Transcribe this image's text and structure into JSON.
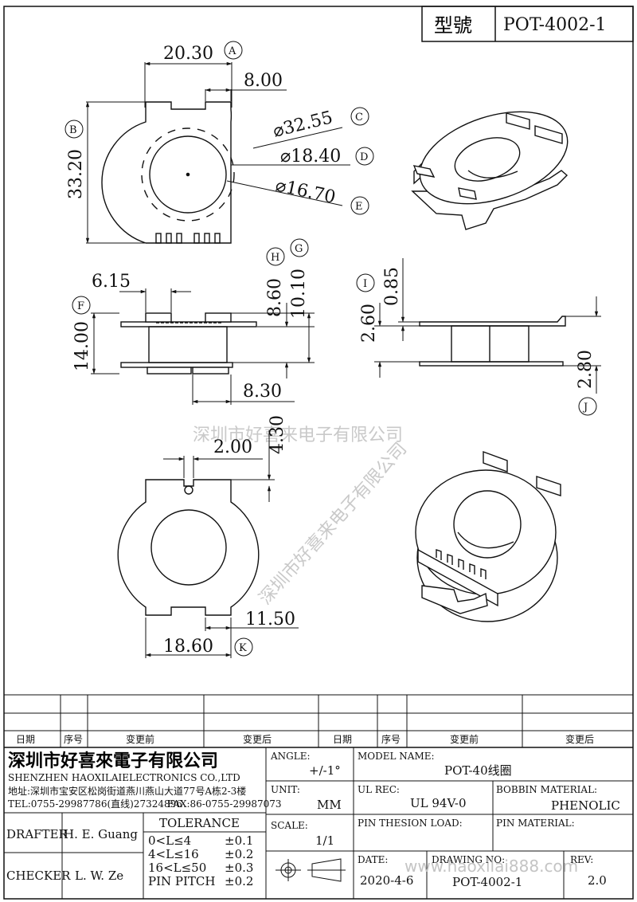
{
  "header": {
    "label": "型號",
    "part_no": "POT-4002-1"
  },
  "watermark": {
    "company": "深圳市好喜来电子有限公司",
    "url": "www.haoxilai888.com"
  },
  "dimensions": {
    "top_width": "20.30",
    "top_tab_width": "8.00",
    "top_height": "33.20",
    "outer_dia": "⌀32.55",
    "mid_dia": "⌀18.40",
    "inner_dia": "⌀16.70",
    "side_tab": "6.15",
    "side_height": "14.00",
    "side_h1": "8.60",
    "side_h2": "10.10",
    "side_base": "8.30",
    "right_t1": "2.60",
    "right_t2": "0.85",
    "right_t3": "2.80",
    "bot_slot": "2.00",
    "bot_depth": "4.30",
    "bot_tab": "11.50",
    "bot_width": "18.60"
  },
  "callouts": [
    "A",
    "B",
    "C",
    "D",
    "E",
    "F",
    "G",
    "H",
    "I",
    "J",
    "K"
  ],
  "revision_table": {
    "headers": [
      "日期",
      "序号",
      "变更前",
      "变更后",
      "日期",
      "序号",
      "变更前",
      "变更后"
    ]
  },
  "title_block": {
    "company_cn": "深圳市好喜來電子有限公司",
    "company_en": "SHENZHEN HAOXILAIELECTRONICS CO.,LTD",
    "address": "地址:深圳市宝安区松岗街道燕川燕山大道77号A栋2-3楼",
    "tel": "TEL:0755-29987786(直线)27324896",
    "fax": "FAX:86-0755-29987073",
    "angle_label": "ANGLE:",
    "angle_value": "+/-1°",
    "model_label": "MODEL NAME:",
    "model_value": "POT-40线圈",
    "unit_label": "UNIT:",
    "unit_value": "MM",
    "ul_label": "UL REC:",
    "ul_value": "UL 94V-0",
    "bobbin_label": "BOBBIN MATERIAL:",
    "bobbin_value": "PHENOLIC",
    "scale_label": "SCALE:",
    "scale_value": "1/1",
    "pin_tension_label": "PIN THESION LOAD:",
    "pin_material_label": "PIN MATERIAL:",
    "drafter_label": "DRAFTER",
    "drafter_value": "H. E. Guang",
    "checker_label": "CHECKER",
    "checker_value": "L. W. Ze",
    "tolerance_label": "TOLERANCE",
    "tolerance_rows": [
      {
        "range": "0<L≤4",
        "value": "±0.1"
      },
      {
        "range": "4<L≤16",
        "value": "±0.2"
      },
      {
        "range": "16<L≤50",
        "value": "±0.3"
      },
      {
        "range": "PIN PITCH",
        "value": "±0.2"
      }
    ],
    "date_label": "DATE:",
    "date_value": "2020-4-6",
    "drawing_label": "DRAWING NO:",
    "drawing_value": "POT-4002-1",
    "rev_label": "REV:",
    "rev_value": "2.0"
  }
}
